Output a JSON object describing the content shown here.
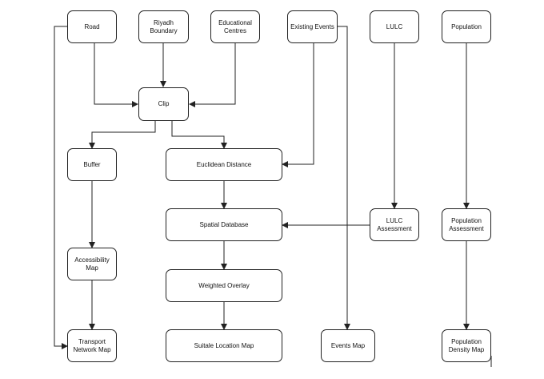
{
  "nodes": {
    "road": "Road",
    "riyadh_boundary": "Riyadh\nBoundary",
    "educational_centres": "Educational\nCentres",
    "existing_events": "Existing Events",
    "lulc": "LULC",
    "population": "Population",
    "clip": "Clip",
    "buffer": "Buffer",
    "euclidean_distance": "Euclidean Distance",
    "spatial_database": "Spatial Database",
    "lulc_assessment": "LULC\nAssessment",
    "population_assessment": "Population\nAssessment",
    "accessibility_map": "Accessibility\nMap",
    "weighted_overlay": "Weighted Overlay",
    "transport_network_map": "Transport\nNetwork Map",
    "suitable_location_map": "Suitale Location Map",
    "events_map": "Events Map",
    "population_density_map": "Population\nDensity Map"
  }
}
